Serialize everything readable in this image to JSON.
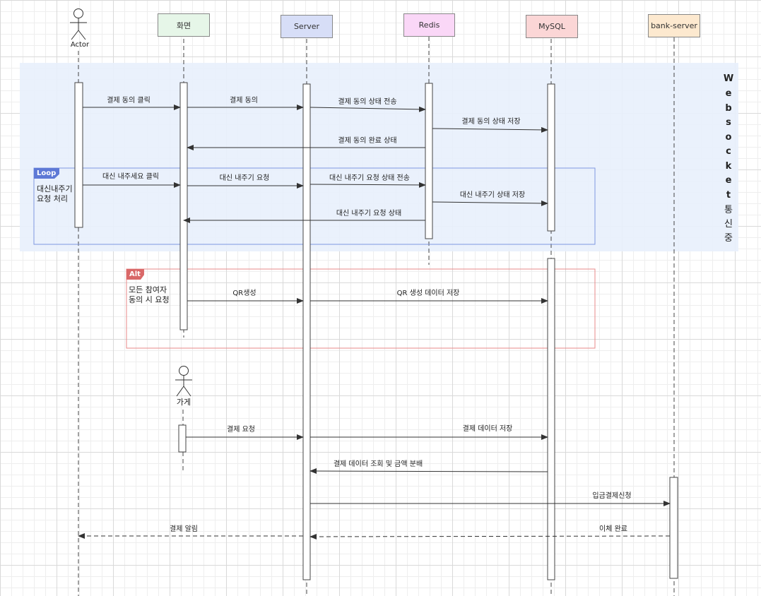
{
  "participants": {
    "actor": "Actor",
    "screen": "화면",
    "server": "Server",
    "redis": "Redis",
    "mysql": "MySQL",
    "bank": "bank-server",
    "store": "가게"
  },
  "colors": {
    "screen_box": "#e6f6e8",
    "server_box": "#d7def7",
    "redis_box": "#fad7f7",
    "mysql_box": "#fbd6d6",
    "bank_box": "#fde9cf",
    "websocket_region": "#e8f0fc",
    "loop_border": "#7f97e0",
    "loop_tag": "#5e79d6",
    "alt_border": "#e88a8a",
    "alt_tag": "#d96868"
  },
  "websocket": {
    "label_latin": [
      "W",
      "e",
      "b",
      "s",
      "o",
      "c",
      "k",
      "e",
      "t"
    ],
    "label_korean": [
      "통",
      "신",
      "중"
    ]
  },
  "loop_frame": {
    "tag": "Loop",
    "text_line1": "대신내주기",
    "text_line2": "요청 처리"
  },
  "alt_frame": {
    "tag": "Alt",
    "text_line1": "모든 참여자",
    "text_line2": "동의 시 요청"
  },
  "messages": {
    "m1": "결제 동의 클릭",
    "m2": "결제 동의",
    "m3": "결제 동의 상태 전송",
    "m4": "결제 동의 상태 저장",
    "m5": "결제 동의 완료 상태",
    "m6": "대신 내주세요 클릭",
    "m7": "대신 내주기 요청",
    "m8": "대신 내주기 요청 상태 전송",
    "m9": "대신 내주기 상태 저장",
    "m10": "대신 내주기 요청 상태",
    "m11": "QR생성",
    "m12": "QR 생성 데이터 저장",
    "m13": "결제 요청",
    "m14": "결제 데이터 저장",
    "m15": "결제 데이터 조회 및 금액 분배",
    "m16": "입금결제신청",
    "m17": "이체 완료",
    "m18": "결제 알림"
  }
}
